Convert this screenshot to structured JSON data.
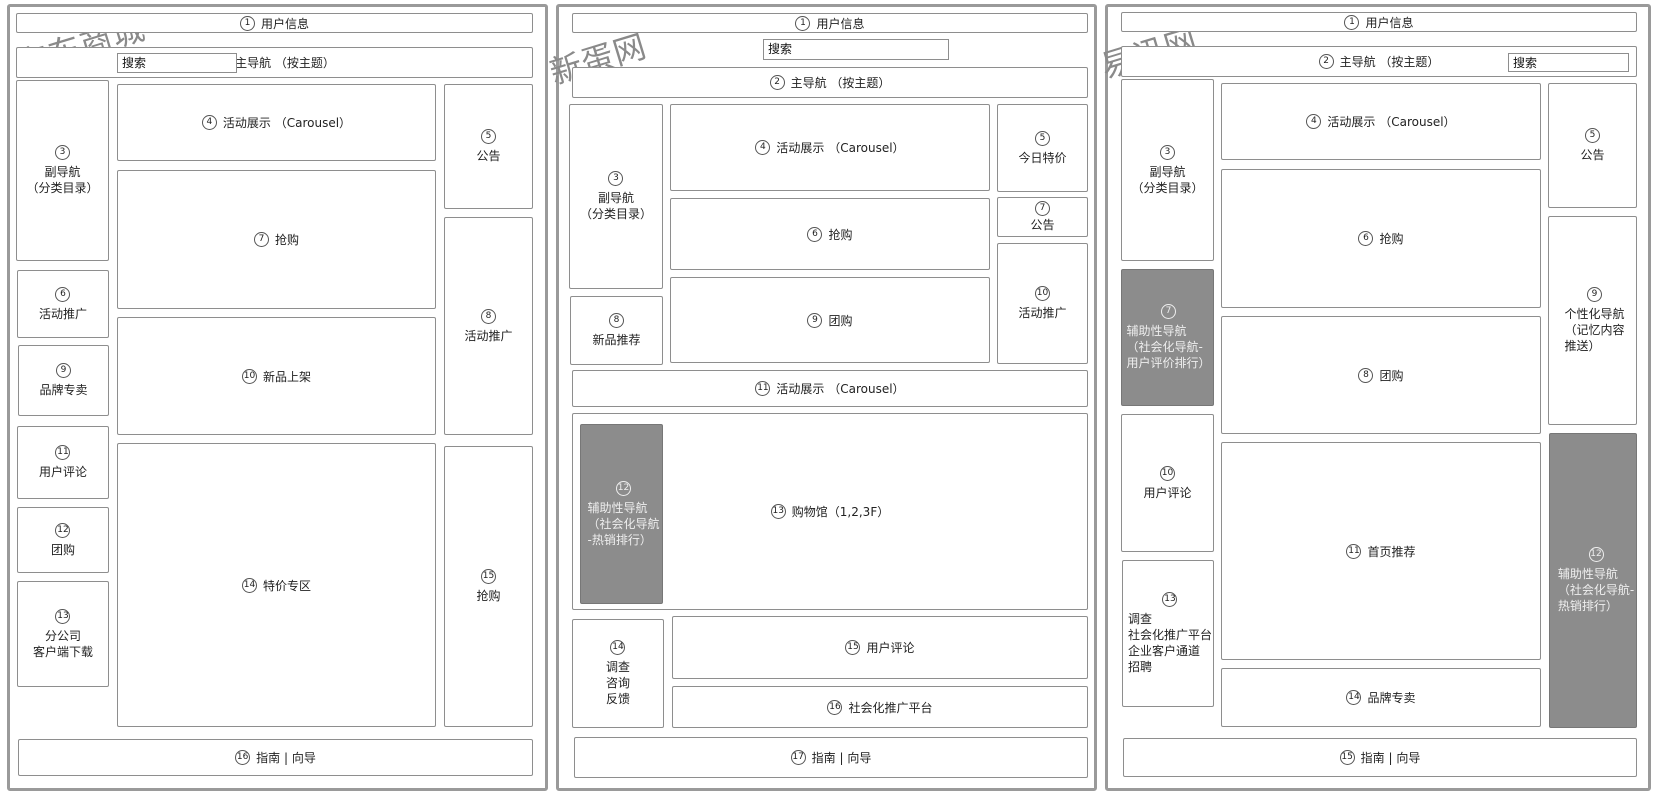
{
  "panels": [
    {
      "watermark": "京东商城",
      "search_label": "搜索",
      "boxes": [
        {
          "num": "1",
          "label": "用户信息"
        },
        {
          "num": "2",
          "label": "主导航 （按主题）"
        },
        {
          "num": "3",
          "label": "副导航\n（分类目录）"
        },
        {
          "num": "4",
          "label": "活动展示 （Carousel）"
        },
        {
          "num": "5",
          "label": "公告"
        },
        {
          "num": "6",
          "label": "活动推广"
        },
        {
          "num": "7",
          "label": "抢购"
        },
        {
          "num": "8",
          "label": "活动推广"
        },
        {
          "num": "9",
          "label": "品牌专卖"
        },
        {
          "num": "10",
          "label": "新品上架"
        },
        {
          "num": "11",
          "label": "用户评论"
        },
        {
          "num": "12",
          "label": "团购"
        },
        {
          "num": "13",
          "label": "分公司\n客户端下载"
        },
        {
          "num": "14",
          "label": "特价专区"
        },
        {
          "num": "15",
          "label": "抢购"
        },
        {
          "num": "16",
          "label": "指南 | 向导"
        }
      ]
    },
    {
      "watermark": "新蛋网",
      "search_label": "搜索",
      "boxes": [
        {
          "num": "1",
          "label": "用户信息"
        },
        {
          "num": "2",
          "label": "主导航 （按主题）"
        },
        {
          "num": "3",
          "label": "副导航\n（分类目录）"
        },
        {
          "num": "4",
          "label": "活动展示 （Carousel）"
        },
        {
          "num": "5",
          "label": "今日特价"
        },
        {
          "num": "6",
          "label": "抢购"
        },
        {
          "num": "7",
          "label": "公告"
        },
        {
          "num": "8",
          "label": "新品推荐"
        },
        {
          "num": "9",
          "label": "团购"
        },
        {
          "num": "10",
          "label": "活动推广"
        },
        {
          "num": "11",
          "label": "活动展示 （Carousel）"
        },
        {
          "num": "12",
          "label": "辅助性导航\n（社会化导航\n-热销排行）"
        },
        {
          "num": "13",
          "label": "购物馆（1,2,3F）"
        },
        {
          "num": "14",
          "label": "调查\n咨询\n反馈"
        },
        {
          "num": "15",
          "label": "用户评论"
        },
        {
          "num": "16",
          "label": "社会化推广平台"
        },
        {
          "num": "17",
          "label": "指南 | 向导"
        }
      ]
    },
    {
      "watermark": "易讯网",
      "search_label": "搜索",
      "boxes": [
        {
          "num": "1",
          "label": "用户信息"
        },
        {
          "num": "2",
          "label": "主导航 （按主题）"
        },
        {
          "num": "3",
          "label": "副导航\n（分类目录）"
        },
        {
          "num": "4",
          "label": "活动展示 （Carousel）"
        },
        {
          "num": "5",
          "label": "公告"
        },
        {
          "num": "6",
          "label": "抢购"
        },
        {
          "num": "7",
          "label": "辅助性导航\n（社会化导航-\n用户评价排行）"
        },
        {
          "num": "8",
          "label": "团购"
        },
        {
          "num": "9",
          "label": "个性化导航\n（记忆内容\n推送）"
        },
        {
          "num": "10",
          "label": "用户评论"
        },
        {
          "num": "11",
          "label": "首页推荐"
        },
        {
          "num": "12",
          "label": "辅助性导航\n（社会化导航-\n热销排行）"
        },
        {
          "num": "13",
          "label": "调查\n社会化推广平台\n企业客户通道\n招聘"
        },
        {
          "num": "14",
          "label": "品牌专卖"
        },
        {
          "num": "15",
          "label": "指南 | 向导"
        }
      ]
    }
  ]
}
